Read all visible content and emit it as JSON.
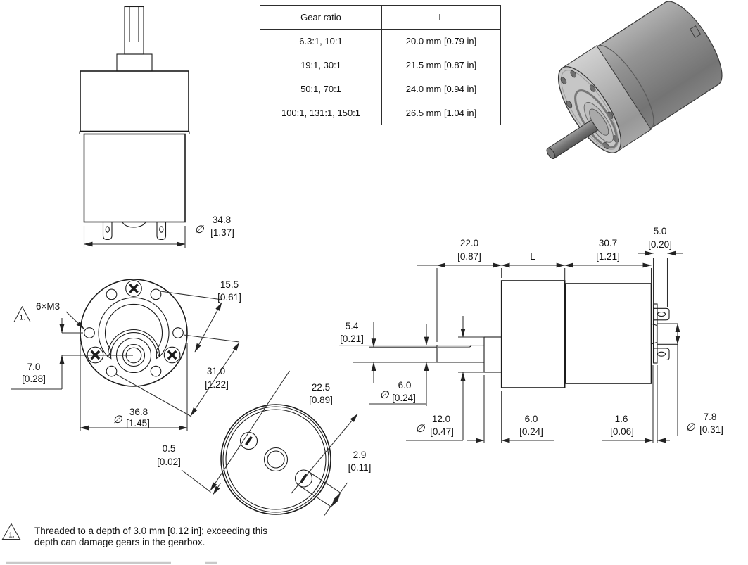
{
  "table": {
    "col1_header": "Gear ratio",
    "col2_header": "L",
    "rows": [
      {
        "ratio": "6.3:1, 10:1",
        "length": "20.0 mm [0.79 in]"
      },
      {
        "ratio": "19:1, 30:1",
        "length": "21.5 mm [0.87 in]"
      },
      {
        "ratio": "50:1, 70:1",
        "length": "24.0 mm [0.94 in]"
      },
      {
        "ratio": "100:1, 131:1, 150:1",
        "length": "26.5 mm [1.04 in]"
      }
    ]
  },
  "dims": {
    "dia34_8": {
      "sym": "∅",
      "mm": "34.8",
      "inch": "[1.37]"
    },
    "m3_callout": "6×M3",
    "marker1": "1.",
    "d7_0": {
      "mm": "7.0",
      "inch": "[0.28]"
    },
    "d15_5": {
      "mm": "15.5",
      "inch": "[0.61]"
    },
    "d31_0": {
      "mm": "31.0",
      "inch": "[1.22]"
    },
    "dia36_8": {
      "sym": "∅",
      "mm": "36.8",
      "inch": "[1.45]"
    },
    "d0_5": {
      "mm": "0.5",
      "inch": "[0.02]"
    },
    "d22_5": {
      "mm": "22.5",
      "inch": "[0.89]"
    },
    "d2_9": {
      "mm": "2.9",
      "inch": "[0.11]"
    },
    "d22_0": {
      "mm": "22.0",
      "inch": "[0.87]"
    },
    "dL": "L",
    "d30_7": {
      "mm": "30.7",
      "inch": "[1.21]"
    },
    "d5_0": {
      "mm": "5.0",
      "inch": "[0.20]"
    },
    "d5_4": {
      "mm": "5.4",
      "inch": "[0.21]"
    },
    "dia6_0": {
      "sym": "∅",
      "mm": "6.0",
      "inch": "[0.24]"
    },
    "dia12_0": {
      "sym": "∅",
      "mm": "12.0",
      "inch": "[0.47]"
    },
    "d6_0": {
      "mm": "6.0",
      "inch": "[0.24]"
    },
    "d1_6": {
      "mm": "1.6",
      "inch": "[0.06]"
    },
    "dia7_8": {
      "sym": "∅",
      "mm": "7.8",
      "inch": "[0.31]"
    }
  },
  "note": {
    "marker": "1.",
    "line1": "Threaded to a depth of 3.0 mm [0.12 in]; exceeding this",
    "line2": "depth can damage gears in the gearbox."
  },
  "colors": {
    "line": "#1c1c1c",
    "dim_line": "#2e2e2e",
    "metal_light": "#c6c6c6",
    "metal_mid": "#9a9a9a",
    "metal_dark": "#6f6f6f"
  }
}
